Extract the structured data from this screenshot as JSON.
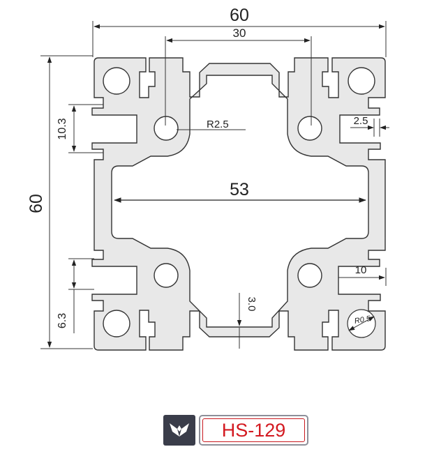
{
  "dimensions": {
    "overall_width": "60",
    "overall_height": "60",
    "slot_spacing": "30",
    "inner_cavity": "53",
    "slot_width": "10.3",
    "slot_depth": "6.3",
    "hole_radius": "R2.5",
    "wall_thickness": "3.0",
    "side_gap": "2.5",
    "flange": "10",
    "corner_radius": "R0.5"
  },
  "product": {
    "code": "HS-129"
  },
  "colors": {
    "profile_fill": "#e8e8e8",
    "outline": "#333333",
    "brand_dark": "#3a3d4a",
    "brand_red": "#d31920"
  },
  "icons": {
    "logo": "wing-logo-icon"
  }
}
